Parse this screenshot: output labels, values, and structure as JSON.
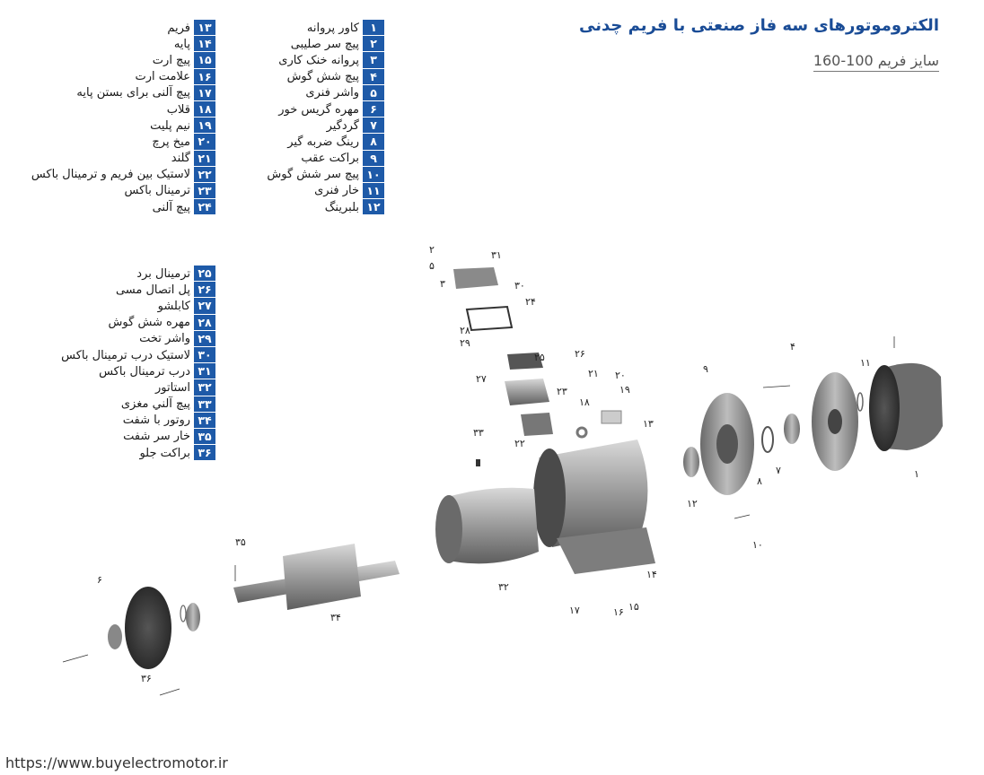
{
  "title": "الکتروموتورهای سه فاز صنعتی با فریم چدنی",
  "subtitle": "سایز فریم  100-160",
  "url": "https://www.buyelectromotor.ir",
  "colors": {
    "accent": "#1e5aa8",
    "title": "#1a4c96"
  },
  "legend_a": [
    {
      "num": "۱",
      "label": "کاور پروانه"
    },
    {
      "num": "۲",
      "label": "پیچ سر صلیبی"
    },
    {
      "num": "۳",
      "label": "پروانه خنک کاری"
    },
    {
      "num": "۴",
      "label": "پیچ شش گوش"
    },
    {
      "num": "۵",
      "label": "واشر فنری"
    },
    {
      "num": "۶",
      "label": "مهره گریس خور"
    },
    {
      "num": "۷",
      "label": "گردگیر"
    },
    {
      "num": "۸",
      "label": "رینگ ضربه گیر"
    },
    {
      "num": "۹",
      "label": "براکت عقب"
    },
    {
      "num": "۱۰",
      "label": "پیچ سر شش گوش"
    },
    {
      "num": "۱۱",
      "label": "خار فنری"
    },
    {
      "num": "۱۲",
      "label": "بلبرینگ"
    }
  ],
  "legend_b": [
    {
      "num": "۱۳",
      "label": "فریم"
    },
    {
      "num": "۱۴",
      "label": "پایه"
    },
    {
      "num": "۱۵",
      "label": "پیچ ارت"
    },
    {
      "num": "۱۶",
      "label": "علامت ارت"
    },
    {
      "num": "۱۷",
      "label": "پیچ آلنی برای بستن پایه"
    },
    {
      "num": "۱۸",
      "label": "قلاب"
    },
    {
      "num": "۱۹",
      "label": "نیم پلیت"
    },
    {
      "num": "۲۰",
      "label": "میخ پرچ"
    },
    {
      "num": "۲۱",
      "label": "گلند"
    },
    {
      "num": "۲۲",
      "label": "لاستیک بین فریم و ترمینال باکس"
    },
    {
      "num": "۲۳",
      "label": "ترمینال باکس"
    },
    {
      "num": "۲۴",
      "label": "پیچ آلنی"
    }
  ],
  "legend_c": [
    {
      "num": "۲۵",
      "label": "ترمینال برد"
    },
    {
      "num": "۲۶",
      "label": "پل اتصال مسی"
    },
    {
      "num": "۲۷",
      "label": "کابلشو"
    },
    {
      "num": "۲۸",
      "label": "مهره شش گوش"
    },
    {
      "num": "۲۹",
      "label": "واشر تخت"
    },
    {
      "num": "۳۰",
      "label": "لاستیک درب ترمینال باکس"
    },
    {
      "num": "۳۱",
      "label": "درب ترمینال باکس"
    },
    {
      "num": "۳۲",
      "label": "استاتور"
    },
    {
      "num": "۳۳",
      "label": "پیچ آلني مغزی"
    },
    {
      "num": "۳۴",
      "label": "روتور با شفت"
    },
    {
      "num": "۳۵",
      "label": "خار سر شفت"
    },
    {
      "num": "۳۶",
      "label": "براکت جلو"
    }
  ],
  "callouts": [
    "۲",
    "۵",
    "۳۱",
    "۳",
    "۳۰",
    "۲۴",
    "۲۸",
    "۲۹",
    "۲۶",
    "۲۵",
    "۲۷",
    "۲۱",
    "۲۰",
    "۱۹",
    "۲۳",
    "۱۸",
    "۳۳",
    "۲۲",
    "۱۳",
    "۹",
    "۴",
    "۱۱",
    "۱",
    "۸",
    "۷",
    "۱۲",
    "۱۰",
    "۳۲",
    "۳۴",
    "۳۵",
    "۶",
    "۳۶",
    "۱۴",
    "۱۷",
    "۱۶",
    "۱۵"
  ]
}
